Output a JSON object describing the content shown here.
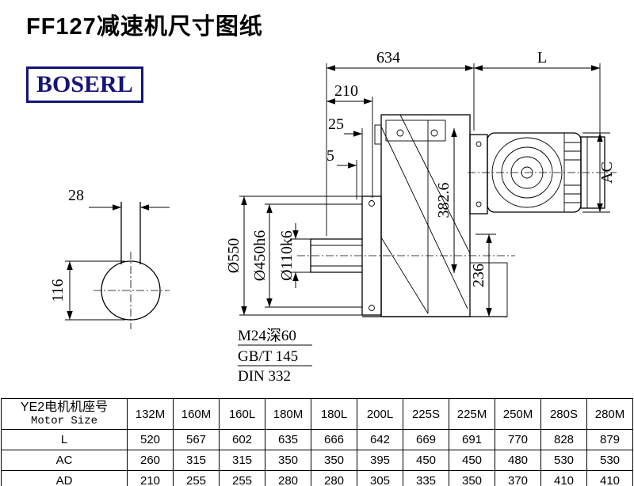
{
  "page": {
    "title": "FF127减速机尺寸图纸",
    "brand": "BOSERL"
  },
  "drawing": {
    "dim_634": "634",
    "dim_L": "L",
    "dim_210": "210",
    "dim_25": "25",
    "dim_5": "5",
    "dim_AC": "AC",
    "dim_28": "28",
    "dim_116": "116",
    "dim_d550": "Ø550",
    "dim_d450": "Ø450h6",
    "dim_d110": "Ø110k6",
    "dim_382_6": "382.6",
    "dim_236": "236",
    "note_thread": "M24深60",
    "note_gbt": "GB/T 145",
    "note_din": "DIN 332"
  },
  "table": {
    "motor_header_cn": "YE2电机机座号",
    "motor_header_en": "Motor Size",
    "columns": [
      "132M",
      "160M",
      "160L",
      "180M",
      "180L",
      "200L",
      "225S",
      "225M",
      "250M",
      "280S",
      "280M"
    ],
    "rows": [
      {
        "label": "L",
        "values": [
          "520",
          "567",
          "602",
          "635",
          "666",
          "642",
          "669",
          "691",
          "770",
          "828",
          "879"
        ]
      },
      {
        "label": "AC",
        "values": [
          "260",
          "315",
          "315",
          "350",
          "350",
          "395",
          "450",
          "450",
          "480",
          "530",
          "530"
        ]
      },
      {
        "label": "AD",
        "values": [
          "210",
          "255",
          "255",
          "280",
          "280",
          "305",
          "335",
          "350",
          "370",
          "410",
          "410"
        ]
      }
    ]
  }
}
